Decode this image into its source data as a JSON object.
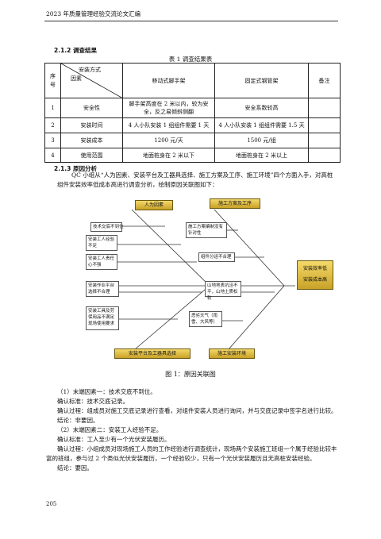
{
  "header": {
    "title": "2023 年质量管理经验交流论文汇编"
  },
  "section_212": {
    "heading": "2.1.2 调查结果"
  },
  "table1": {
    "caption": "表 1 调查结果表",
    "col_seq": "序号",
    "diag_top": "安装方式",
    "diag_bottom": "因素",
    "col_a": "移动式脚手架",
    "col_b": "固定式钢管架",
    "col_note": "备注",
    "rows": [
      {
        "n": "1",
        "f": "安全性",
        "a": "脚手架高度在 2 米以内，较为安全，反之易倾斜侧翻",
        "b": "安全系数较高",
        "note": ""
      },
      {
        "n": "2",
        "f": "安装时间",
        "a": "4 人小队安装 1 组组件需要 1 天",
        "b": "4 人小队安装 1 组组件需要 1.5 天",
        "note": ""
      },
      {
        "n": "3",
        "f": "安装成本",
        "a": "1200 元/天",
        "b": "1500 元/组",
        "note": ""
      },
      {
        "n": "4",
        "f": "使用范围",
        "a": "地面桩身在 2 米以下",
        "b": "地面桩身在 2 米以上",
        "note": ""
      }
    ]
  },
  "section_213": {
    "heading": "2.1.3 原因分析",
    "intro": "QC 小组从“人为因素、安装平台及工器具选择、施工方案及工序、施工环境”四个方面入手，对高桩组件安装效率低成本高进行调查分析，绘制原因关联图如下："
  },
  "diagram": {
    "cat_human": "人为因素",
    "cat_plan": "施工方案及工序",
    "cat_tools": "安装平台及工器具选择",
    "cat_env": "施工安装环境",
    "effect_line1": "安装效率低",
    "effect_line2": "安装成本高",
    "cause_1": "技术交底不到位",
    "cause_2": "安装工人经验不足",
    "cause_3": "安装工人责任心不强",
    "cause_4": "施工方案编制没有针对性",
    "cause_5": "组件分运不合理",
    "cause_6": "安装作业平台选择不合理",
    "cause_7": "安装工具及劳保用品不满足现场使用要求",
    "cause_8": "山地地表坑洼不平，山地土质松软",
    "cause_9": "恶劣天气（雨雪、大风等）"
  },
  "figure": {
    "caption": "图 1：原因关联图"
  },
  "body": {
    "p1": "（1）末端因素一：技术交底不到位。",
    "p2": "确认标准：技术交底记录。",
    "p3": "确认过程：组成员对施工交底记录进行查看，对组件安装人员进行询问，并与交底记录中签字名进行比较。",
    "p4": "结论：非要因。",
    "p5": "（2）末端因素二：安装工人经验不足。",
    "p6": "确认标准：工人至少有一个光伏安装履历。",
    "p7": "确认过程：小组成员对现场施工人员的工作经验进行调查统计，现场两个安装施工班组一个属于经验比较丰富的班组，参与过 2 个类似光伏安装履历，一个经验较少，只有一个光伏安装履历且无高桩安装经验。",
    "p8": "结论：要因。"
  },
  "page_number": "205"
}
